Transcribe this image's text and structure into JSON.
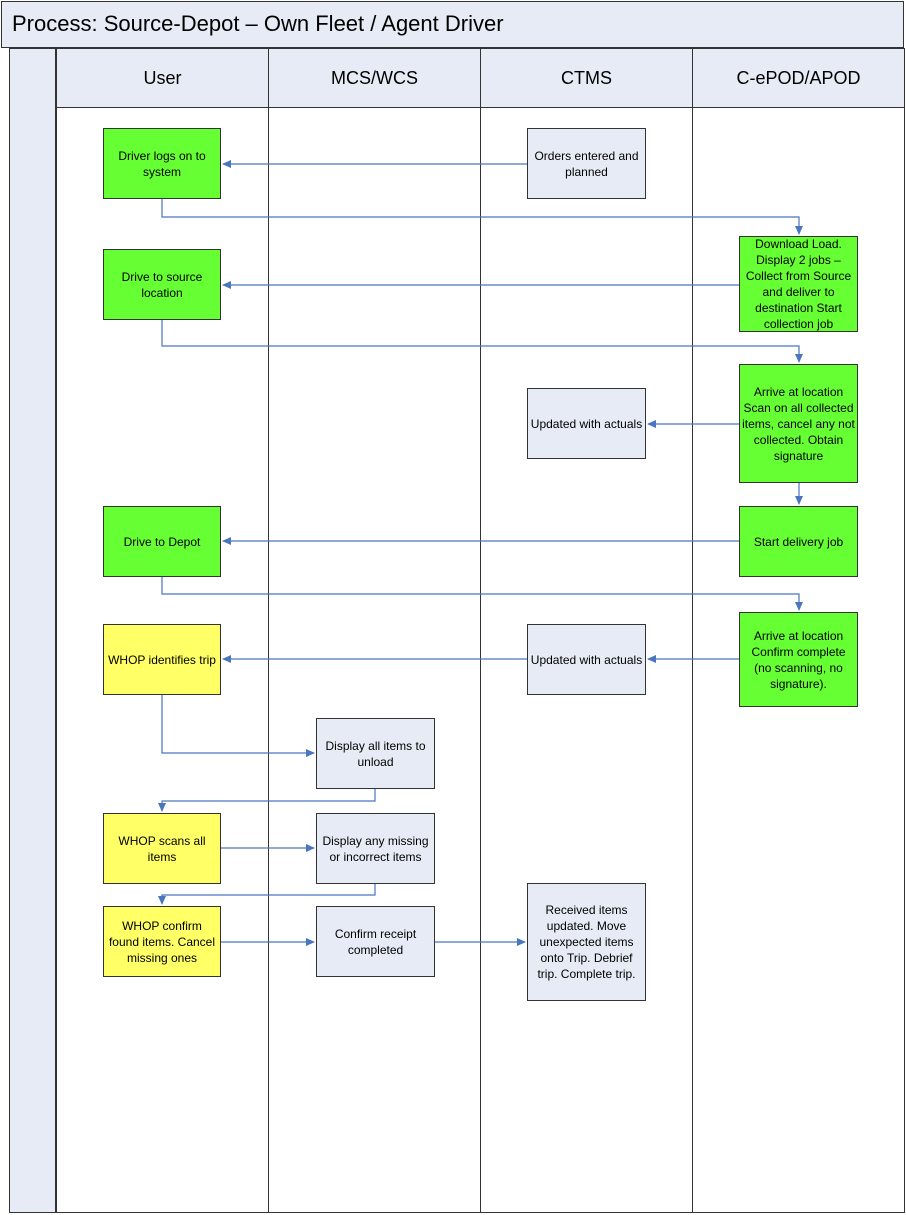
{
  "title": "Process: Source-Depot – Own Fleet / Agent Driver",
  "lanes": [
    "User",
    "MCS/WCS",
    "CTMS",
    "C-ePOD/APOD"
  ],
  "boxes": {
    "driver_logs_on": "Driver logs on to system",
    "orders_entered": "Orders entered and planned",
    "download_load": "Download Load. Display 2 jobs – Collect from Source and deliver to destination Start collection job",
    "drive_to_source": "Drive to source location",
    "arrive_scan": "Arrive at location Scan on all collected items, cancel any not collected. Obtain signature",
    "updated_actuals_1": "Updated with actuals",
    "drive_to_depot": "Drive to Depot",
    "start_delivery": "Start delivery job",
    "arrive_confirm": "Arrive at location Confirm complete (no scanning, no signature).",
    "updated_actuals_2": "Updated with actuals",
    "whop_identifies": "WHOP identifies trip",
    "display_all_items": "Display all items to unload",
    "whop_scans": "WHOP scans all items",
    "display_missing": "Display any missing or incorrect items",
    "whop_confirm": "WHOP confirm found items. Cancel missing ones",
    "confirm_receipt": "Confirm receipt completed",
    "received_items": "Received items updated. Move unexpected items onto Trip. Debrief trip. Complete trip."
  },
  "colors": {
    "green": "#66ff33",
    "grey": "#e6ebf5",
    "yellow": "#ffff66",
    "arrow": "#4a76c0"
  }
}
